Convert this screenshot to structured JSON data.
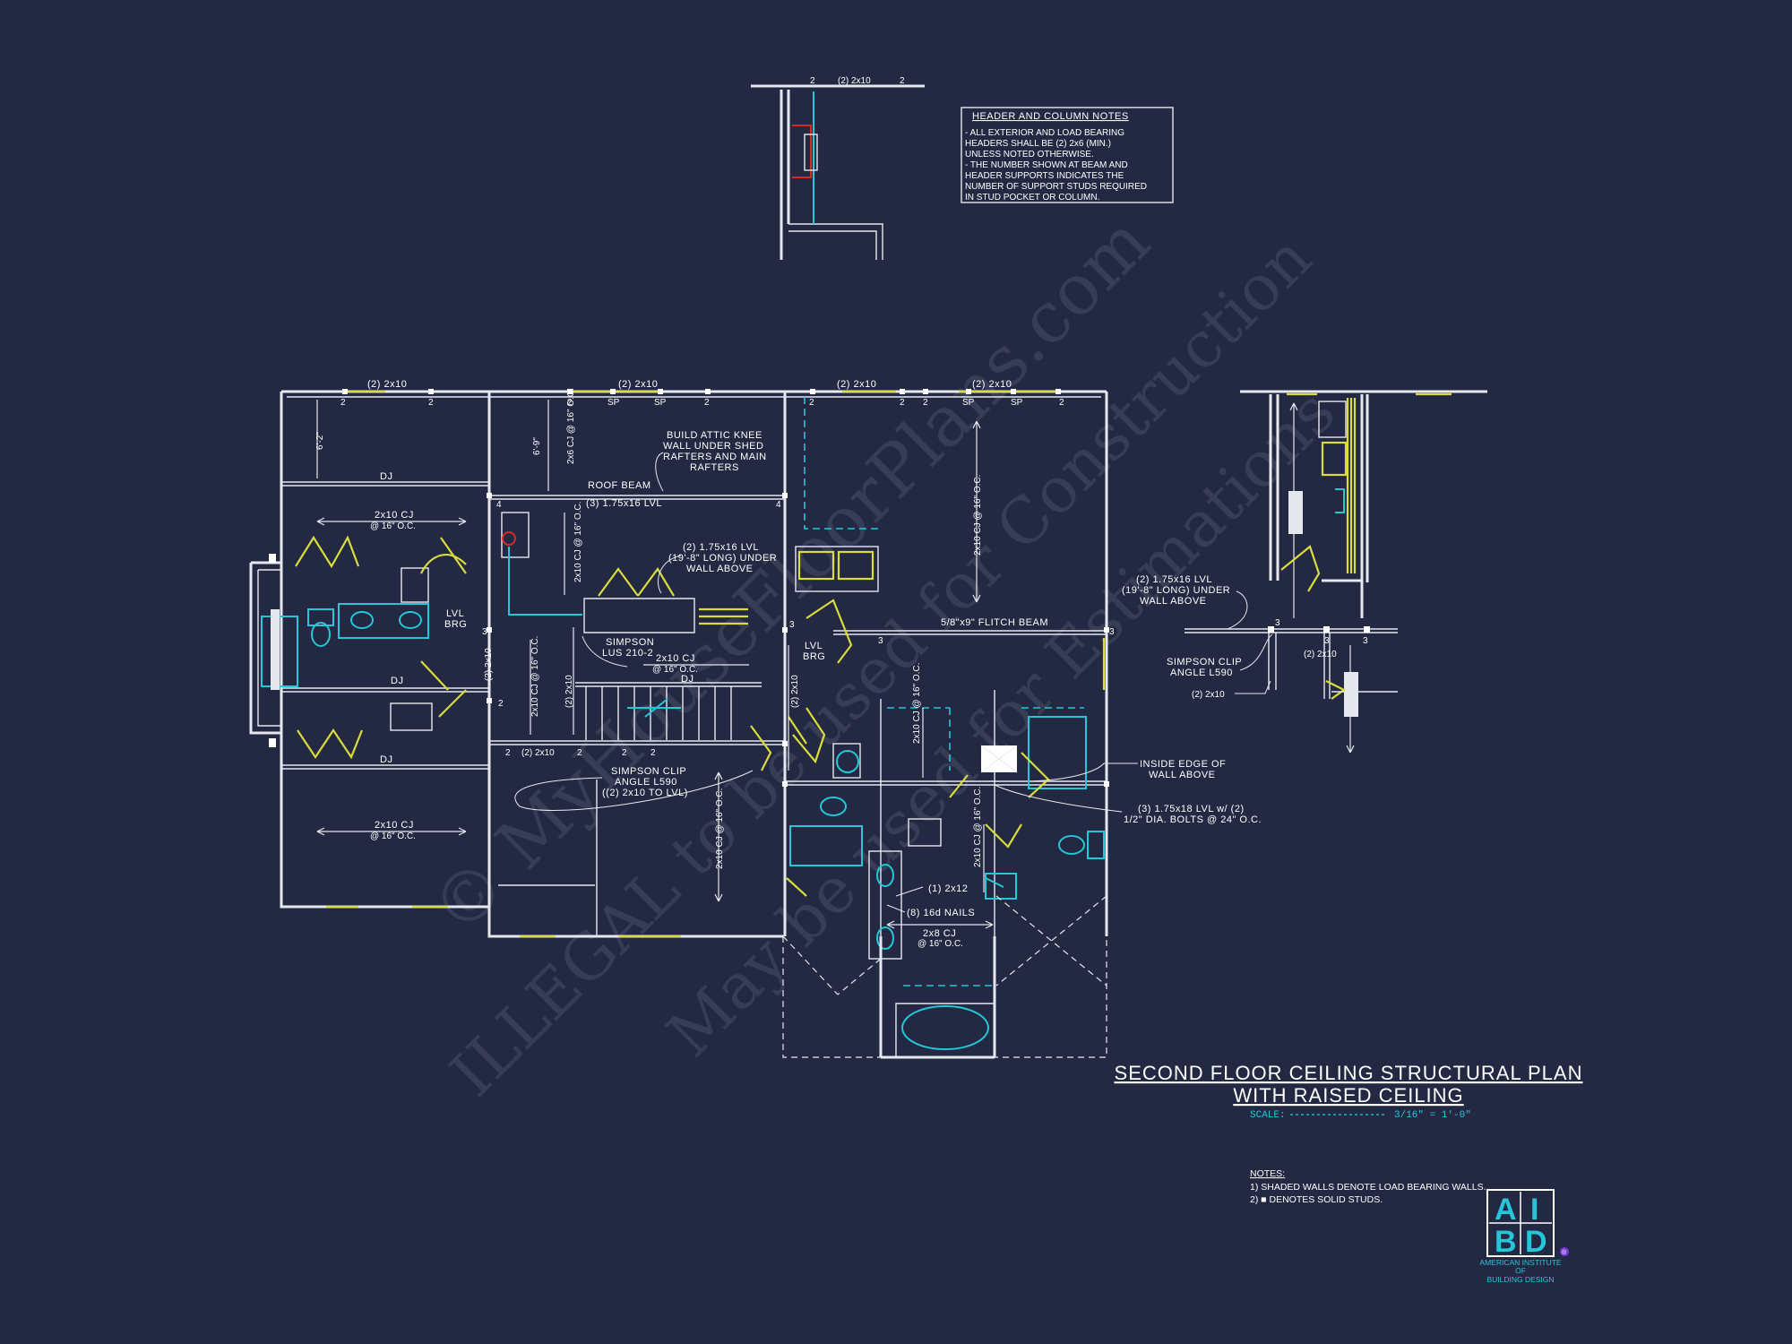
{
  "watermark": {
    "line1": "© MyHouseFloorPlans.com",
    "line2": "ILLEGAL to be used for Construction",
    "line3": "May be used for Estimations"
  },
  "header_notes": {
    "title": "HEADER AND COLUMN NOTES",
    "lines": [
      "- ALL EXTERIOR AND LOAD BEARING",
      "HEADERS SHALL BE (2) 2x6 (MIN.)",
      "UNLESS NOTED OTHERWISE.",
      "- THE NUMBER SHOWN AT BEAM AND",
      "HEADER SUPPORTS INDICATES THE",
      "NUMBER OF SUPPORT STUDS REQUIRED",
      "IN STUD POCKET OR COLUMN."
    ]
  },
  "detail_top": {
    "label": "(2) 2x10",
    "n1": "2",
    "n2": "2"
  },
  "plan_labels": {
    "hdr1": "(2) 2x10",
    "hdr2": "(2) 2x10",
    "hdr3": "(2) 2x10",
    "hdr4": "(2) 2x10",
    "n2": "2",
    "sp": "SP",
    "n3": "3",
    "n4": "4",
    "dim_6_2": "6'-2\"",
    "dim_6_9": "6'-9\"",
    "dj": "DJ",
    "cj_2x10": "2x10 CJ",
    "oc_16": "@ 16\" O.C.",
    "cj_vert1": "2x6 CJ @ 16\" O.C.",
    "cj_vert2": "2x10 CJ @ 16\" O.C.",
    "cj_vert3": "2x10 CJ @ 16\" O.C.",
    "cj_vert4": "2x10 CJ @ 16\" O.C.",
    "cj_vert5": "2x10 CJ @ 16\" O.C.",
    "cj_vert6": "2x10 CJ @ 16\" O.C.",
    "cj_vert7": "2x10 CJ @ 16\" O.C.",
    "cj_vert8": "2x10 CJ @ 16\" O.C.",
    "knee1": "BUILD ATTIC KNEE",
    "knee2": "WALL UNDER SHED",
    "knee3": "RAFTERS AND MAIN",
    "knee4": "RAFTERS",
    "roof_beam": "ROOF BEAM",
    "lvl_3": "(3) 1.75x16 LVL",
    "lvl_2a": "(2) 1.75x16 LVL",
    "lvl_2b": "(19'-8\" LONG) UNDER",
    "lvl_2c": "WALL ABOVE",
    "flitch": "5/8\"x9\" FLITCH BEAM",
    "lvl_brg": "LVL",
    "brg": "BRG",
    "simpson_lus1": "SIMPSON",
    "simpson_lus2": "LUS 210-2",
    "v_2x10": "(2) 2x10",
    "simpson_clip1": "SIMPSON CLIP",
    "simpson_clip2": "ANGLE L590",
    "simpson_clip3": "((2) 2x10 TO LVL)",
    "inside_edge1": "INSIDE EDGE OF",
    "inside_edge2": "WALL ABOVE",
    "lvl18_1": "(3) 1.75x18 LVL w/ (2)",
    "lvl18_2": "1/2\" DIA. BOLTS @ 24\" O.C.",
    "one_2x12": "(1) 2x12",
    "nails": "(8) 16d NAILS",
    "cj_2x8": "2x8 CJ"
  },
  "detail_right": {
    "lvl1": "(2) 1.75x16 LVL",
    "lvl2": "(19'-8\" LONG) UNDER",
    "lvl3": "WALL ABOVE",
    "clip1": "SIMPSON CLIP",
    "clip2": "ANGLE L590",
    "hdr_a": "(2) 2x10",
    "hdr_b": "(2) 2x10",
    "n3": "3"
  },
  "title_block": {
    "line1": "SECOND FLOOR CEILING STRUCTURAL PLAN",
    "line2": "WITH RAISED CEILING",
    "scale_label": "SCALE:",
    "scale_value": "3/16\" = 1'-0\""
  },
  "notes": {
    "heading": "NOTES:",
    "items": [
      "1) SHADED WALLS DENOTE LOAD BEARING WALLS.",
      "2) ■ DENOTES SOLID STUDS."
    ]
  },
  "logo": {
    "letters": [
      "A",
      "I",
      "B",
      "D"
    ],
    "line1": "AMERICAN INSTITUTE",
    "line2": "OF",
    "line3": "BUILDING DESIGN",
    "reg": "®"
  },
  "colors": {
    "background": "#232942",
    "line": "#e6e8ef",
    "accent_yellow": "#d9dc3a",
    "accent_cyan": "#25c6d8",
    "fixture_red": "#d92a2a"
  }
}
